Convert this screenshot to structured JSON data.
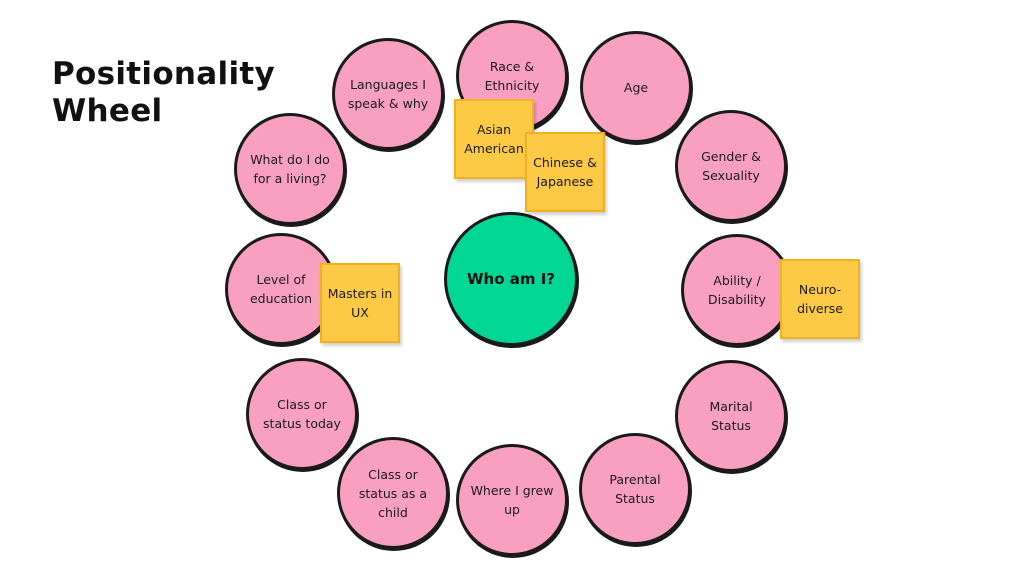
{
  "title": {
    "line1": "Positionality",
    "line2": "Wheel"
  },
  "colors": {
    "circle": "#f9a0c1",
    "center": "#00d795",
    "note": "#fdca45",
    "outline": "#1a1a1a"
  },
  "center": {
    "label": "Who am I?"
  },
  "wheel": [
    {
      "label": "Race &\nEthnicity"
    },
    {
      "label": "Age"
    },
    {
      "label": "Gender &\nSexuality"
    },
    {
      "label": "Ability /\nDisability"
    },
    {
      "label": "Marital Status"
    },
    {
      "label": "Parental\nStatus"
    },
    {
      "label": "Where I grew\nup"
    },
    {
      "label": "Class or\nstatus as a\nchild"
    },
    {
      "label": "Class or\nstatus today"
    },
    {
      "label": "Level of\neducation"
    },
    {
      "label": "What do I do\nfor a living?"
    },
    {
      "label": "Languages I\nspeak & why"
    }
  ],
  "notes": [
    {
      "label": "Asian\nAmerican"
    },
    {
      "label": "Chinese &\nJapanese"
    },
    {
      "label": "Masters in\nUX"
    },
    {
      "label": "Neuro-\ndiverse"
    }
  ]
}
